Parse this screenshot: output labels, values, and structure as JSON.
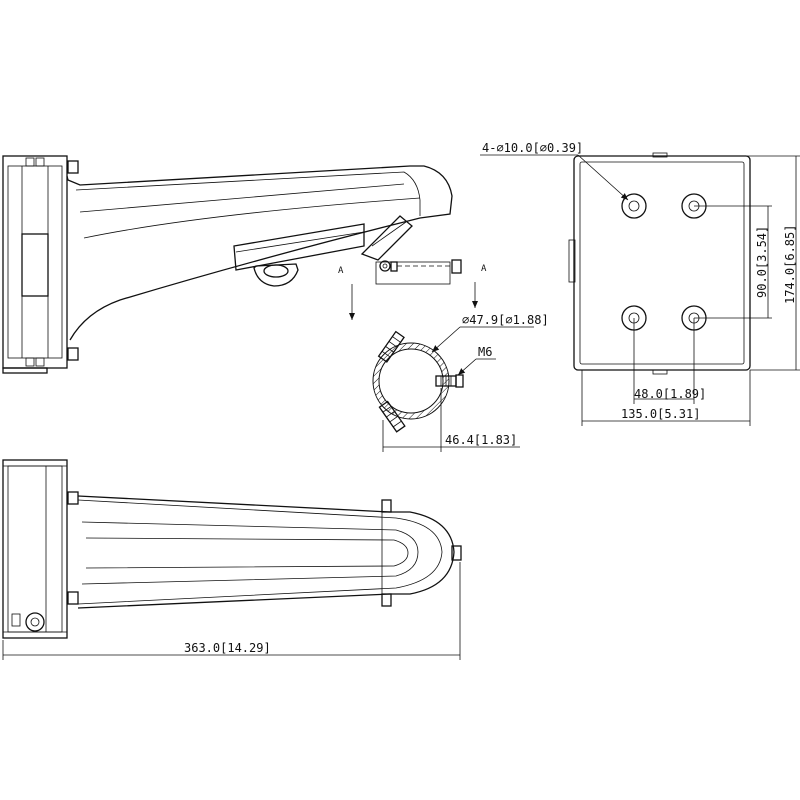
{
  "dimensions": {
    "hole_spec": "4-⌀10.0[⌀0.39]",
    "pipe_diameter": "⌀47.9[⌀1.88]",
    "screw": "M6",
    "pipe_offset": "46.4[1.83]",
    "hole_vertical_spacing": "90.0[3.54]",
    "plate_height": "174.0[6.85]",
    "hole_horizontal_spacing": "48.0[1.89]",
    "plate_width": "135.0[5.31]",
    "overall_length": "363.0[14.29]"
  },
  "section_labels": {
    "left": "A",
    "right": "A"
  }
}
